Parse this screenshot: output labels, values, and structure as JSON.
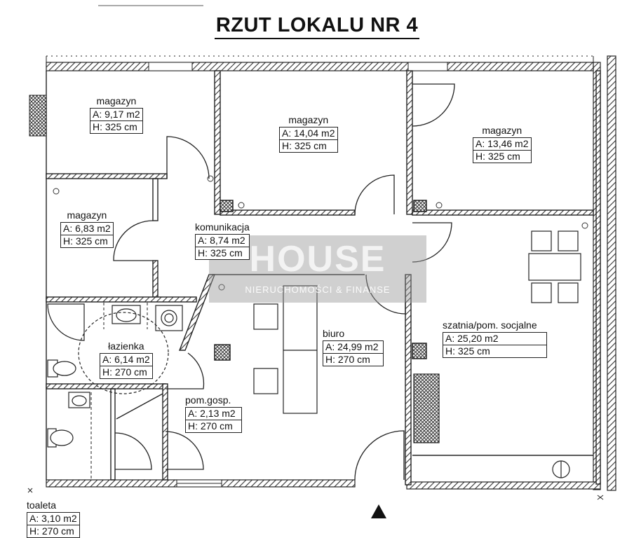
{
  "title": "RZUT  LOKALU NR 4",
  "watermark": {
    "brand": "HOUSE",
    "tagline": "NIERUCHOMOŚCI & FINANSE"
  },
  "rooms": [
    {
      "id": "magazyn-1",
      "name": "magazyn",
      "area": "A: 9,17 m2",
      "height": "H: 325 cm"
    },
    {
      "id": "magazyn-2",
      "name": "magazyn",
      "area": "A: 14,04 m2",
      "height": "H: 325 cm"
    },
    {
      "id": "magazyn-3",
      "name": "magazyn",
      "area": "A: 13,46 m2",
      "height": "H: 325 cm"
    },
    {
      "id": "magazyn-4",
      "name": "magazyn",
      "area": "A: 6,83 m2",
      "height": "H: 325 cm"
    },
    {
      "id": "komunikacja",
      "name": "komunikacja",
      "area": "A: 8,74 m2",
      "height": "H: 325 cm"
    },
    {
      "id": "lazienka",
      "name": "łazienka",
      "area": "A: 6,14 m2",
      "height": "H: 270 cm"
    },
    {
      "id": "biuro",
      "name": "biuro",
      "area": "A: 24,99 m2",
      "height": "H: 270 cm"
    },
    {
      "id": "szatnia",
      "name": "szatnia/pom. socjalne",
      "area": "A: 25,20 m2",
      "height": "H: 325 cm"
    },
    {
      "id": "pom-gosp",
      "name": "pom.gosp.",
      "area": "A: 2,13 m2",
      "height": "H: 270 cm"
    },
    {
      "id": "toaleta",
      "name": "toaleta",
      "area": "A: 3,10 m2",
      "height": "H: 270 cm"
    }
  ],
  "colors": {
    "wall": "#222222",
    "hatch": "#444444",
    "watermark": "#9a9a9a"
  }
}
